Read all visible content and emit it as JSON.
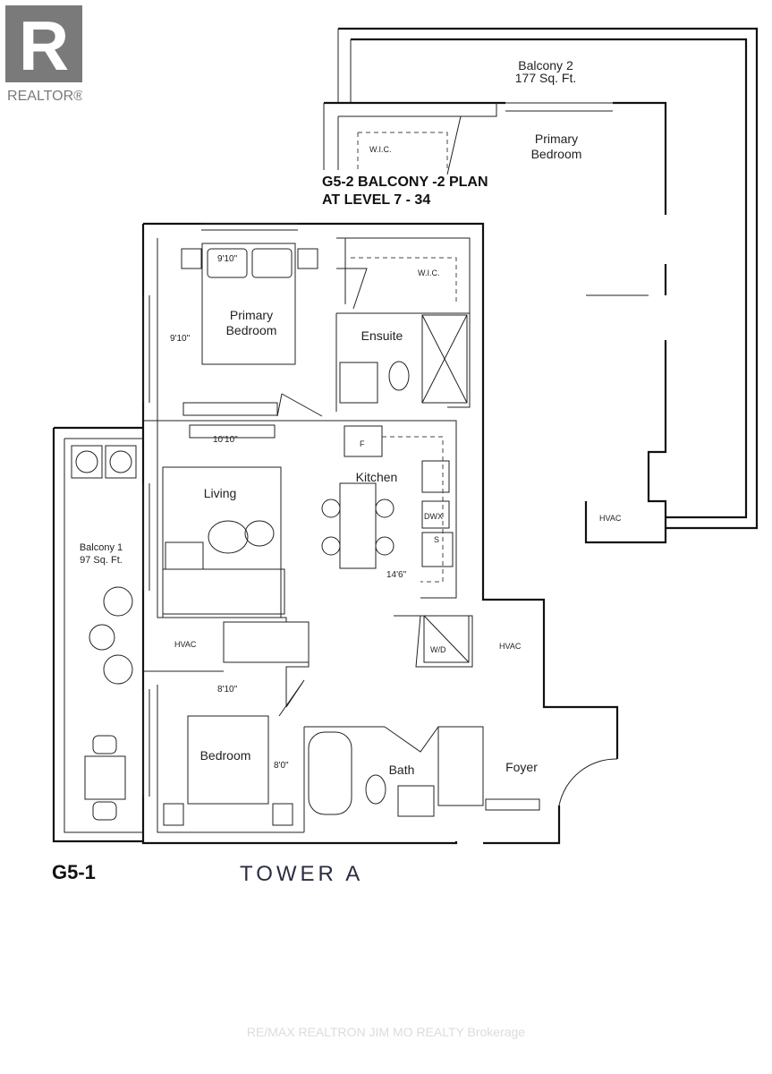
{
  "logo": {
    "text": "REALTOR®",
    "letter": "R"
  },
  "plan_title": {
    "line1": "G5-2 BALCONY -2 PLAN",
    "line2": "AT LEVEL 7 - 34"
  },
  "rooms": {
    "balcony2_name": "Balcony 2",
    "balcony2_area": "177 Sq. Ft.",
    "upper_wic": "W.I.C.",
    "upper_primary_1": "Primary",
    "upper_primary_2": "Bedroom",
    "hvac_upper": "HVAC",
    "primary_1": "Primary",
    "primary_2": "Bedroom",
    "wic": "W.I.C.",
    "ensuite": "Ensuite",
    "kitchen": "Kitchen",
    "fridge": "F",
    "dwx": "DWX",
    "sink": "S",
    "living": "Living",
    "balcony1_name": "Balcony 1",
    "balcony1_area": "97 Sq. Ft.",
    "hvac_left": "HVAC",
    "hvac_right": "HVAC",
    "wd": "W/D",
    "bedroom": "Bedroom",
    "bath": "Bath",
    "foyer": "Foyer"
  },
  "dimensions": {
    "primary_w": "9'10\"",
    "primary_h": "9'10\"",
    "living_w": "10'10\"",
    "kitchen_l": "14'6\"",
    "bedroom_w": "8'10\"",
    "bedroom_h": "8'0\""
  },
  "unit_label": "G5-1",
  "tower_label": "TOWER A",
  "watermark": "RE/MAX REALTRON JIM MO REALTY Brokerage",
  "colors": {
    "logo_bg": "#7a7a7a",
    "line": "#111111",
    "tower_text": "#2b2d40"
  }
}
